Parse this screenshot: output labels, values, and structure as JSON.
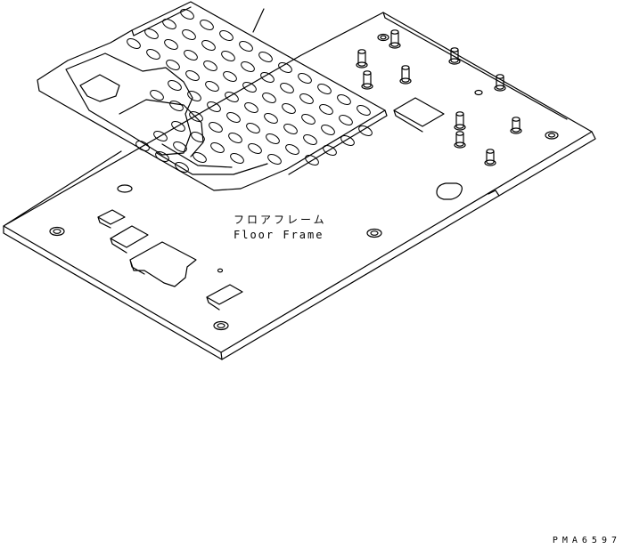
{
  "diagram": {
    "part_name_jp": "フロアフレーム",
    "part_name_en": "Floor Frame",
    "drawing_code": "PMA6597"
  },
  "colors": {
    "line": "#000000",
    "background": "#ffffff"
  }
}
